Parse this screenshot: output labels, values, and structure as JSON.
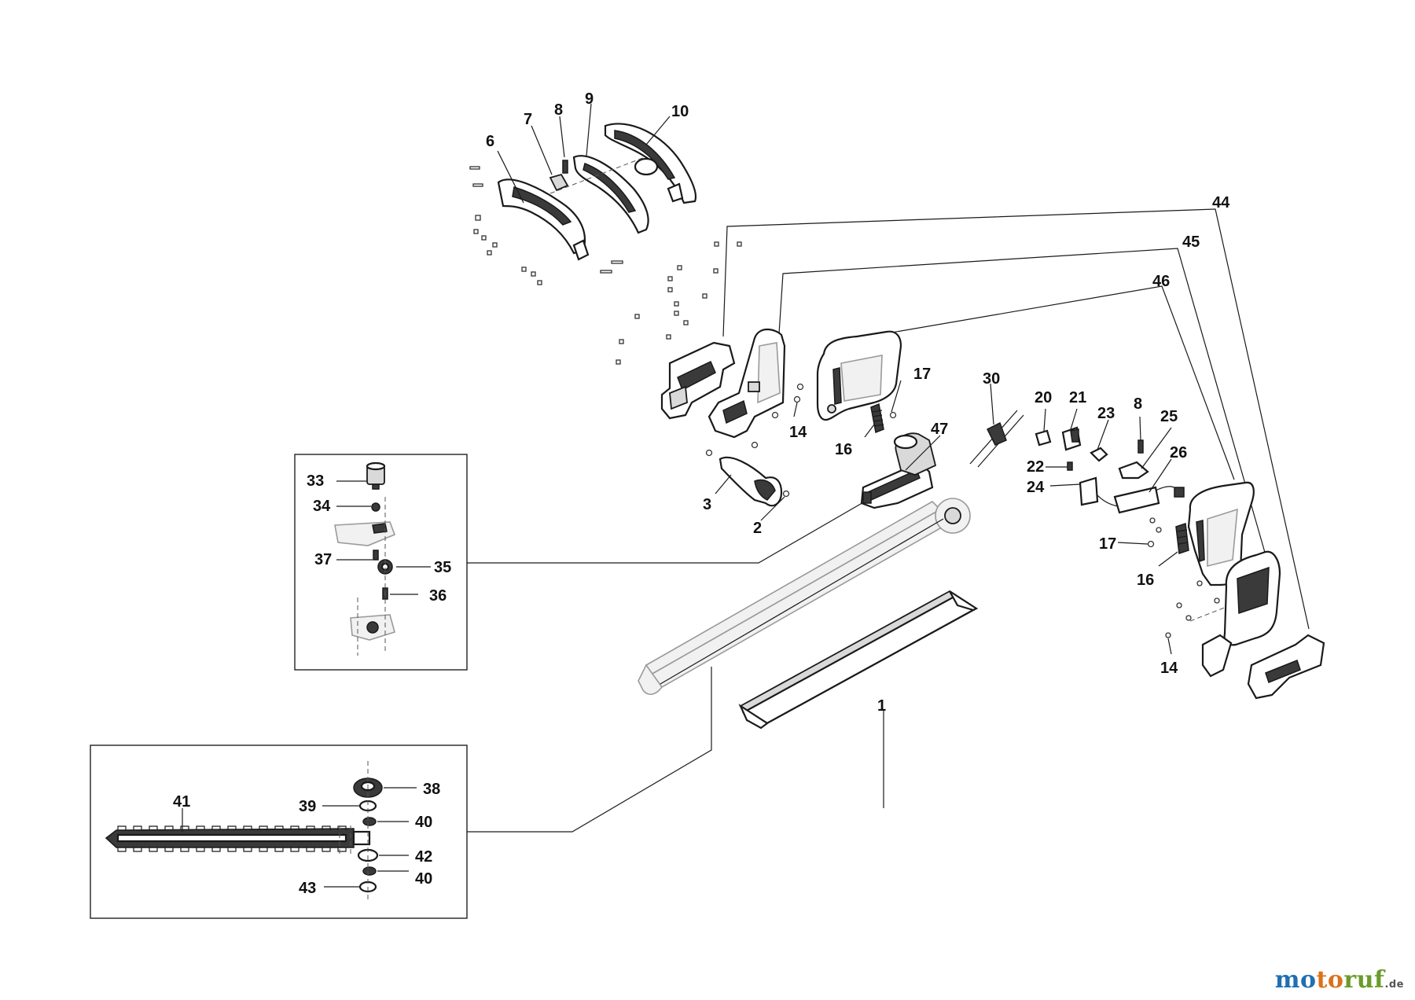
{
  "labels": {
    "l1": "1",
    "l2": "2",
    "l3": "3",
    "l6": "6",
    "l7": "7",
    "l8a": "8",
    "l8b": "8",
    "l9": "9",
    "l10": "10",
    "l14a": "14",
    "l14b": "14",
    "l16a": "16",
    "l16b": "16",
    "l17a": "17",
    "l17b": "17",
    "l20": "20",
    "l21": "21",
    "l22": "22",
    "l23": "23",
    "l24": "24",
    "l25": "25",
    "l26": "26",
    "l30": "30",
    "l33": "33",
    "l34": "34",
    "l35": "35",
    "l36": "36",
    "l37": "37",
    "l38": "38",
    "l39": "39",
    "l40a": "40",
    "l40b": "40",
    "l41": "41",
    "l42": "42",
    "l43": "43",
    "l44": "44",
    "l45": "45",
    "l46": "46",
    "l47": "47"
  },
  "brand": {
    "name_a": "mo",
    "name_b": "to",
    "name_c": "ruf",
    "suffix": ".de"
  },
  "colors": {
    "brand_blue": "#1f6fb2",
    "brand_orange": "#d9721a",
    "brand_green": "#6a9b2c"
  }
}
